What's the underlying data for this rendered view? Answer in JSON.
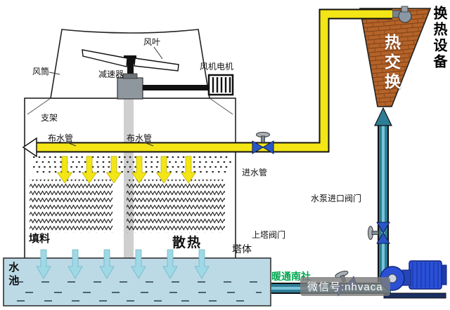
{
  "labels": {
    "fan_blade": "风叶",
    "air_duct": "风筒",
    "fan_motor": "风机电机",
    "reducer": "减速器",
    "support": "支架",
    "dist_pipe_left": "布水管",
    "dist_pipe_right": "布水管",
    "inlet_pipe": "进水管",
    "fill_material": "填料",
    "heat_dissipation": "散热",
    "tower_body": "塔体",
    "water_pool": "水池",
    "pump_inlet_valve": "水泵进口阀门",
    "upper_tower_valve": "上塔阀门",
    "heat_exchange": "热交换",
    "heat_exchange_equipment": "换热设备"
  },
  "watermark": {
    "brand": "暖通南社",
    "wechat": "微信号:nhvaca"
  },
  "colors": {
    "pipe_yellow": "#f3e516",
    "pipe_teal": "#3f93ad",
    "exchanger_orange": "#b4632a",
    "pool_water": "#bcd9e6",
    "arrow_cyan": "#9fd9e6",
    "pump_blue": "#2b50d6",
    "brand_green": "#00a650"
  }
}
